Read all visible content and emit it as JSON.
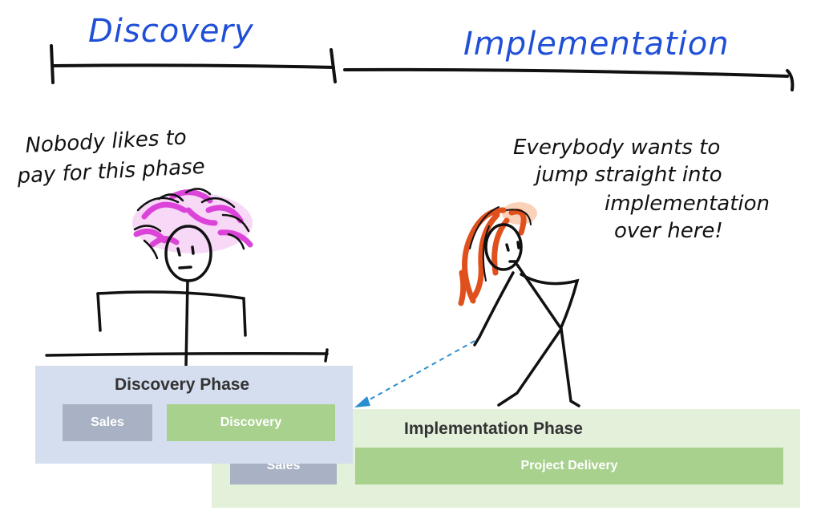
{
  "headings": {
    "discovery": "Discovery",
    "implementation": "Implementation"
  },
  "notes": {
    "left_line1": "Nobody likes to",
    "left_line2": "pay for this phase",
    "right_line1": "Everybody wants to",
    "right_line2": "jump straight into",
    "right_line3": "implementation",
    "right_line4": "over here!"
  },
  "discovery_phase": {
    "title": "Discovery Phase",
    "sales": "Sales",
    "discovery": "Discovery"
  },
  "implementation_phase": {
    "title": "Implementation Phase",
    "sales": "Sales",
    "project_delivery": "Project Delivery"
  },
  "colors": {
    "heading_blue": "#1f4fd6",
    "discovery_panel": "#d5deef",
    "implementation_panel": "#e3f0da",
    "gray_box": "#a8b2c4",
    "green_box": "#a8d18d",
    "magenta_hair": "#e040e0",
    "orange_hair": "#e0501c",
    "arrow": "#2a8fd0"
  }
}
